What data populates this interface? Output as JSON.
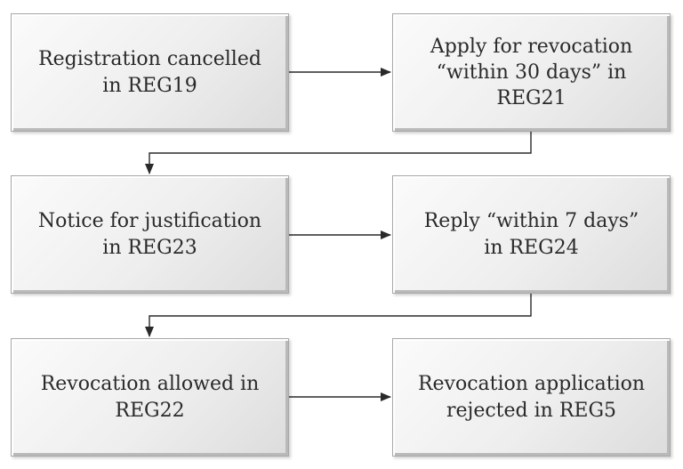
{
  "boxes": [
    {
      "id": "registration-cancelled",
      "text": "Registration cancelled\nin REG19"
    },
    {
      "id": "apply-for-revocation",
      "text": "Apply for revocation\n“within 30 days” in\nREG21"
    },
    {
      "id": "notice-for-justification",
      "text": "Notice for justification\nin REG23"
    },
    {
      "id": "reply-within-7-days",
      "text": "Reply “within 7 days”\nin REG24"
    },
    {
      "id": "revocation-allowed",
      "text": "Revocation allowed in\nREG22"
    },
    {
      "id": "revocation-rejected",
      "text": "Revocation application\nrejected in REG5"
    }
  ],
  "colors": {
    "line": "#2a2a2a",
    "text": "#2a2a2a",
    "box_border": "#a8a8a8"
  }
}
